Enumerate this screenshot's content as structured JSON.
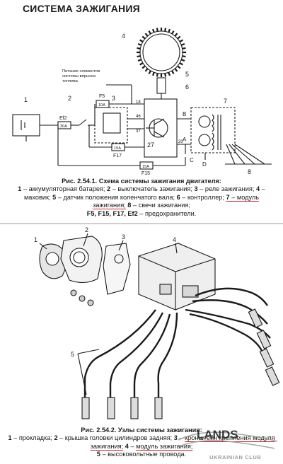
{
  "header": {
    "title": "СИСТЕМА ЗАЖИГАНИЯ"
  },
  "figure1": {
    "power_label_lines": [
      "Питание элементов",
      "системы впрыска",
      "топлива"
    ],
    "callouts": [
      "1",
      "2",
      "3",
      "4",
      "5",
      "6",
      "7",
      "8"
    ],
    "fuse_labels": {
      "f5": "F5",
      "f5_rating": "10A",
      "ef2": "Ef2",
      "ef2_rating": "30A",
      "f17": "F17",
      "f17_rating": "15A",
      "f15": "F15",
      "f15_rating": "15A"
    },
    "pin_labels": [
      "18",
      "46",
      "37",
      "27",
      "20"
    ],
    "terminal_labels": [
      "B",
      "A",
      "C",
      "D"
    ],
    "caption": {
      "title": "Рис. 2.54.1. Схема системы зажигания двигателя:",
      "items": [
        {
          "num": "1",
          "text": "аккумуляторная батарея;"
        },
        {
          "num": "2",
          "text": "выключатель зажигания;"
        },
        {
          "num": "3",
          "text": "реле зажигания;"
        },
        {
          "num": "4",
          "text": "маховик;"
        },
        {
          "num": "5",
          "text": "датчик положения коленчатого вала;"
        },
        {
          "num": "6",
          "text": "контроллер;"
        },
        {
          "num": "7",
          "text": "модуль зажигания;"
        },
        {
          "num": "8",
          "text": "свечи зажигания;"
        }
      ],
      "fuses": "F5, F15, F17, Ef2",
      "fuses_text": "предохранители."
    }
  },
  "figure2": {
    "callouts": [
      "1",
      "2",
      "3",
      "4",
      "5"
    ],
    "caption": {
      "title": "Рис. 2.54.2. Узлы системы зажигания:",
      "items": [
        {
          "num": "1",
          "text": "прокладка;"
        },
        {
          "num": "2",
          "text": "крышка головки цилиндров задняя;"
        },
        {
          "num": "3",
          "text": "кронштейн крепления модуля зажигания;"
        },
        {
          "num": "4",
          "text": "модуль зажигания;"
        },
        {
          "num": "5",
          "text": "высоковольтные провода."
        }
      ]
    }
  },
  "watermark": {
    "brand": "LANDS",
    "club": "UKRAINIAN CLUB"
  },
  "colors": {
    "ink": "#1a1a1a",
    "underline": "#d12020",
    "watermark": "#9a9a9a"
  }
}
